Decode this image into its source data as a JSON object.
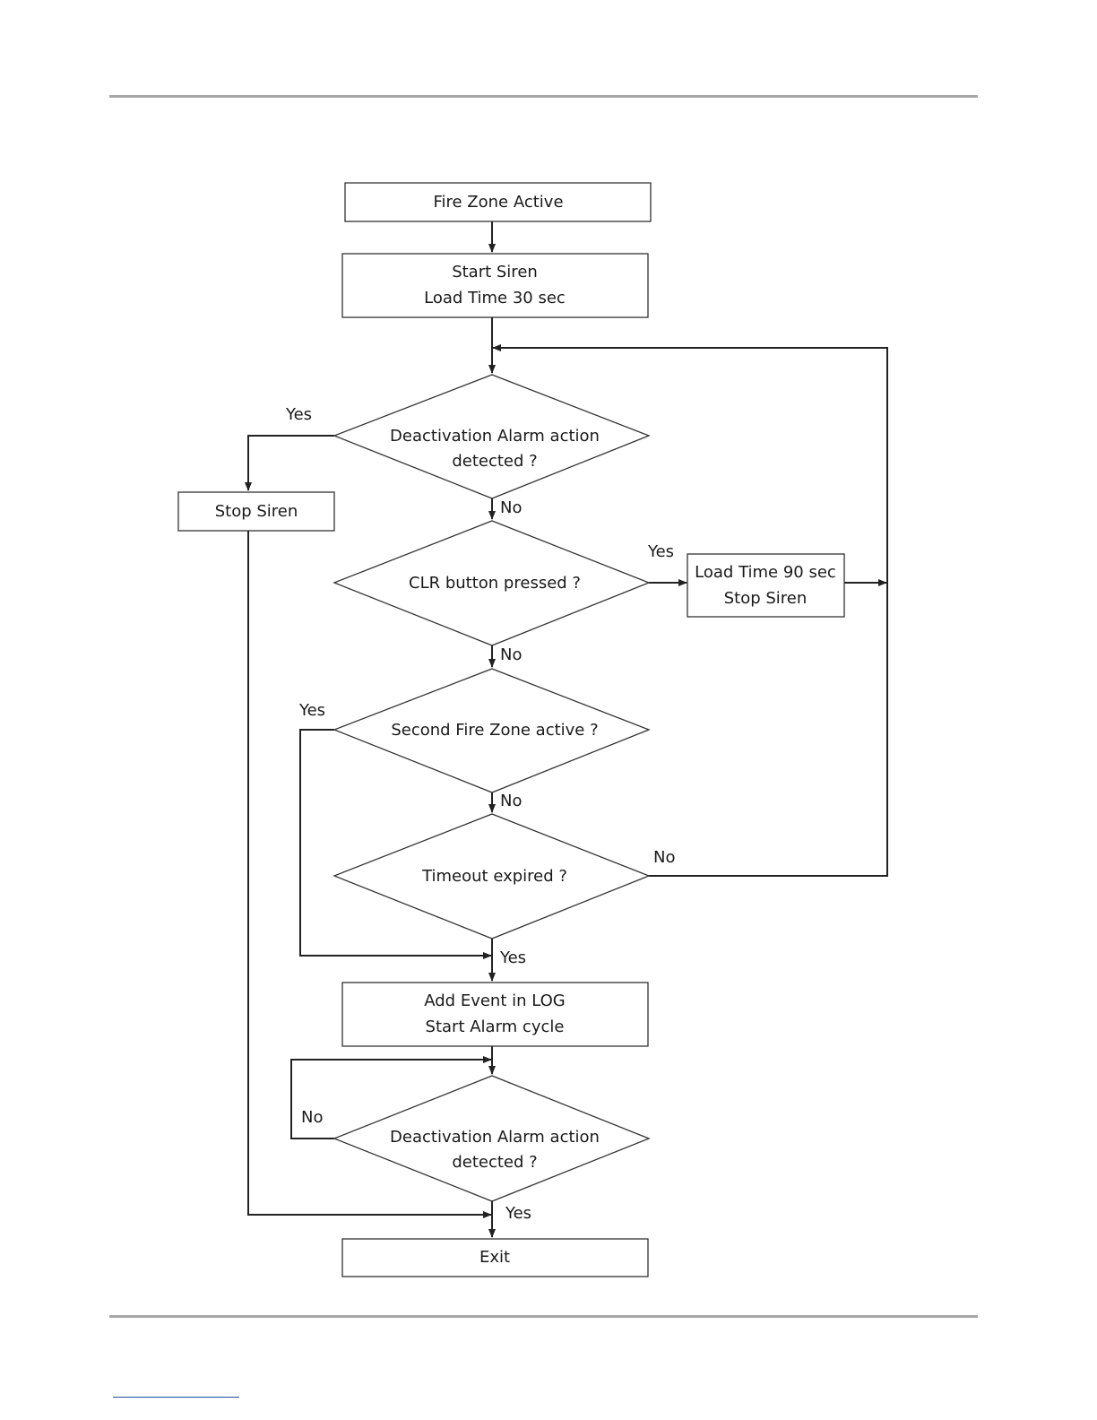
{
  "nodes": {
    "fire_zone_active": {
      "lines": [
        "Fire Zone Active"
      ]
    },
    "start_siren": {
      "lines": [
        "Start Siren",
        "Load Time 30 sec"
      ]
    },
    "deactivation_1": {
      "lines": [
        "Deactivation Alarm action",
        "detected ?"
      ]
    },
    "stop_siren": {
      "lines": [
        "Stop Siren"
      ]
    },
    "clr_pressed": {
      "lines": [
        "CLR button pressed ?"
      ]
    },
    "load_90": {
      "lines": [
        "Load Time 90 sec",
        "Stop Siren"
      ]
    },
    "second_fire_zone": {
      "lines": [
        "Second Fire Zone active ?"
      ]
    },
    "timeout_expired": {
      "lines": [
        "Timeout expired ?"
      ]
    },
    "add_event": {
      "lines": [
        "Add Event in LOG",
        "Start Alarm cycle"
      ]
    },
    "deactivation_2": {
      "lines": [
        "Deactivation Alarm action",
        "detected ?"
      ]
    },
    "exit": {
      "lines": [
        "Exit"
      ]
    }
  },
  "edge_labels": {
    "deact1_yes": "Yes",
    "deact1_no": "No",
    "clr_yes": "Yes",
    "clr_no": "No",
    "second_yes": "Yes",
    "second_no": "No",
    "timeout_no": "No",
    "timeout_yes": "Yes",
    "deact2_no": "No",
    "deact2_yes": "Yes"
  }
}
